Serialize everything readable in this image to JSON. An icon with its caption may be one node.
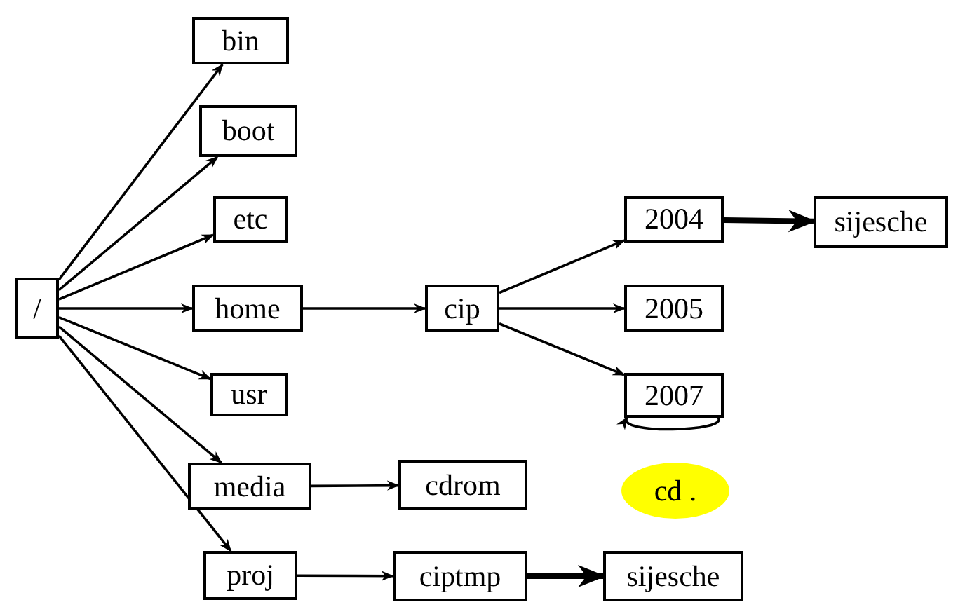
{
  "diagram": {
    "nodes": [
      {
        "text": [
          "/"
        ]
      },
      {
        "text": [
          "bin"
        ]
      },
      {
        "text": [
          "boot"
        ]
      },
      {
        "text": [
          "etc"
        ]
      },
      {
        "text": [
          "home"
        ]
      },
      {
        "text": [
          "usr"
        ]
      },
      {
        "text": [
          "media"
        ]
      },
      {
        "text": [
          "proj"
        ]
      },
      {
        "text": [
          "cip"
        ]
      },
      {
        "text": [
          "2004"
        ]
      },
      {
        "text": [
          "2005"
        ]
      },
      {
        "text": [
          "2007"
        ]
      },
      {
        "text": [
          "sijesche"
        ]
      },
      {
        "text": [
          "cdrom"
        ]
      },
      {
        "text": [
          "ciptmp"
        ]
      },
      {
        "text": [
          "sijesche"
        ]
      },
      {
        "text": [
          "cd ."
        ]
      }
    ],
    "edges": [
      {
        "from": 0,
        "to": 1,
        "arrow": "to"
      },
      {
        "from": 0,
        "to": 2,
        "arrow": "to"
      },
      {
        "from": 0,
        "to": 3,
        "arrow": "to"
      },
      {
        "from": 0,
        "to": 4,
        "arrow": "to"
      },
      {
        "from": 0,
        "to": 5,
        "arrow": "to"
      },
      {
        "from": 0,
        "to": 6,
        "arrow": "to"
      },
      {
        "from": 0,
        "to": 7,
        "arrow": "to"
      },
      {
        "from": 4,
        "to": 8,
        "arrow": "to"
      },
      {
        "from": 8,
        "to": 9,
        "arrow": "to"
      },
      {
        "from": 8,
        "to": 10,
        "arrow": "to"
      },
      {
        "from": 8,
        "to": 11,
        "arrow": "to"
      },
      {
        "from": 9,
        "to": 12,
        "arrow": "to",
        "style": "thick"
      },
      {
        "from": 11,
        "to": 11,
        "arrow": "to"
      },
      {
        "from": 6,
        "to": 13,
        "arrow": "to"
      },
      {
        "from": 7,
        "to": 14,
        "arrow": "to"
      },
      {
        "from": 14,
        "to": 15,
        "arrow": "to",
        "style": "thick"
      }
    ]
  }
}
